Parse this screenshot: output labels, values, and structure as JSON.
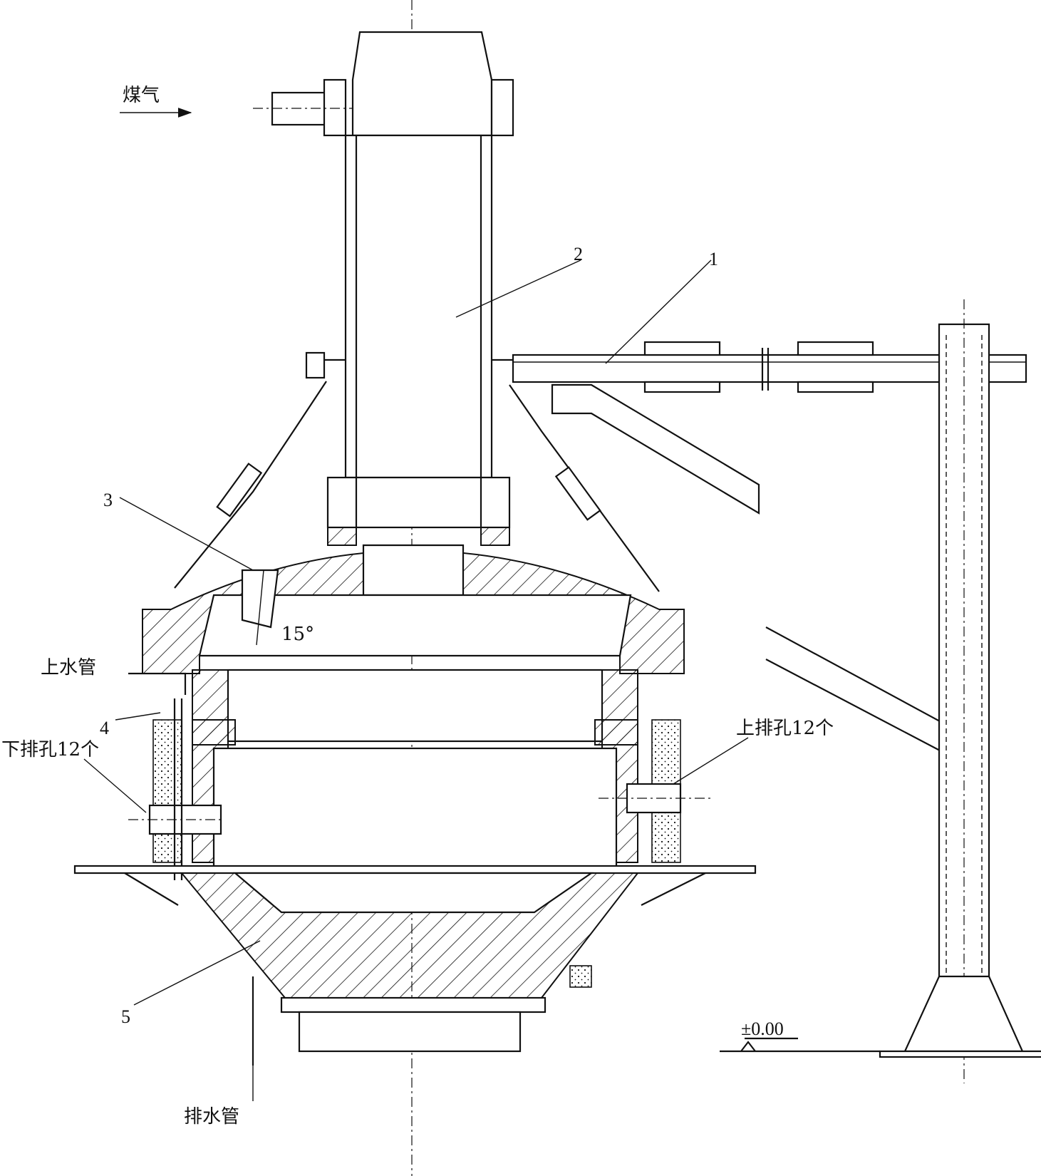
{
  "labels": {
    "gas": "煤气",
    "angle": "15°",
    "upper_water_pipe": "上水管",
    "lower_holes": "下排孔12个",
    "upper_holes": "上排孔12个",
    "drain_pipe": "排水管",
    "elevation": "±0.00"
  },
  "callouts": {
    "n1": "1",
    "n2": "2",
    "n3": "3",
    "n4": "4",
    "n5": "5"
  }
}
